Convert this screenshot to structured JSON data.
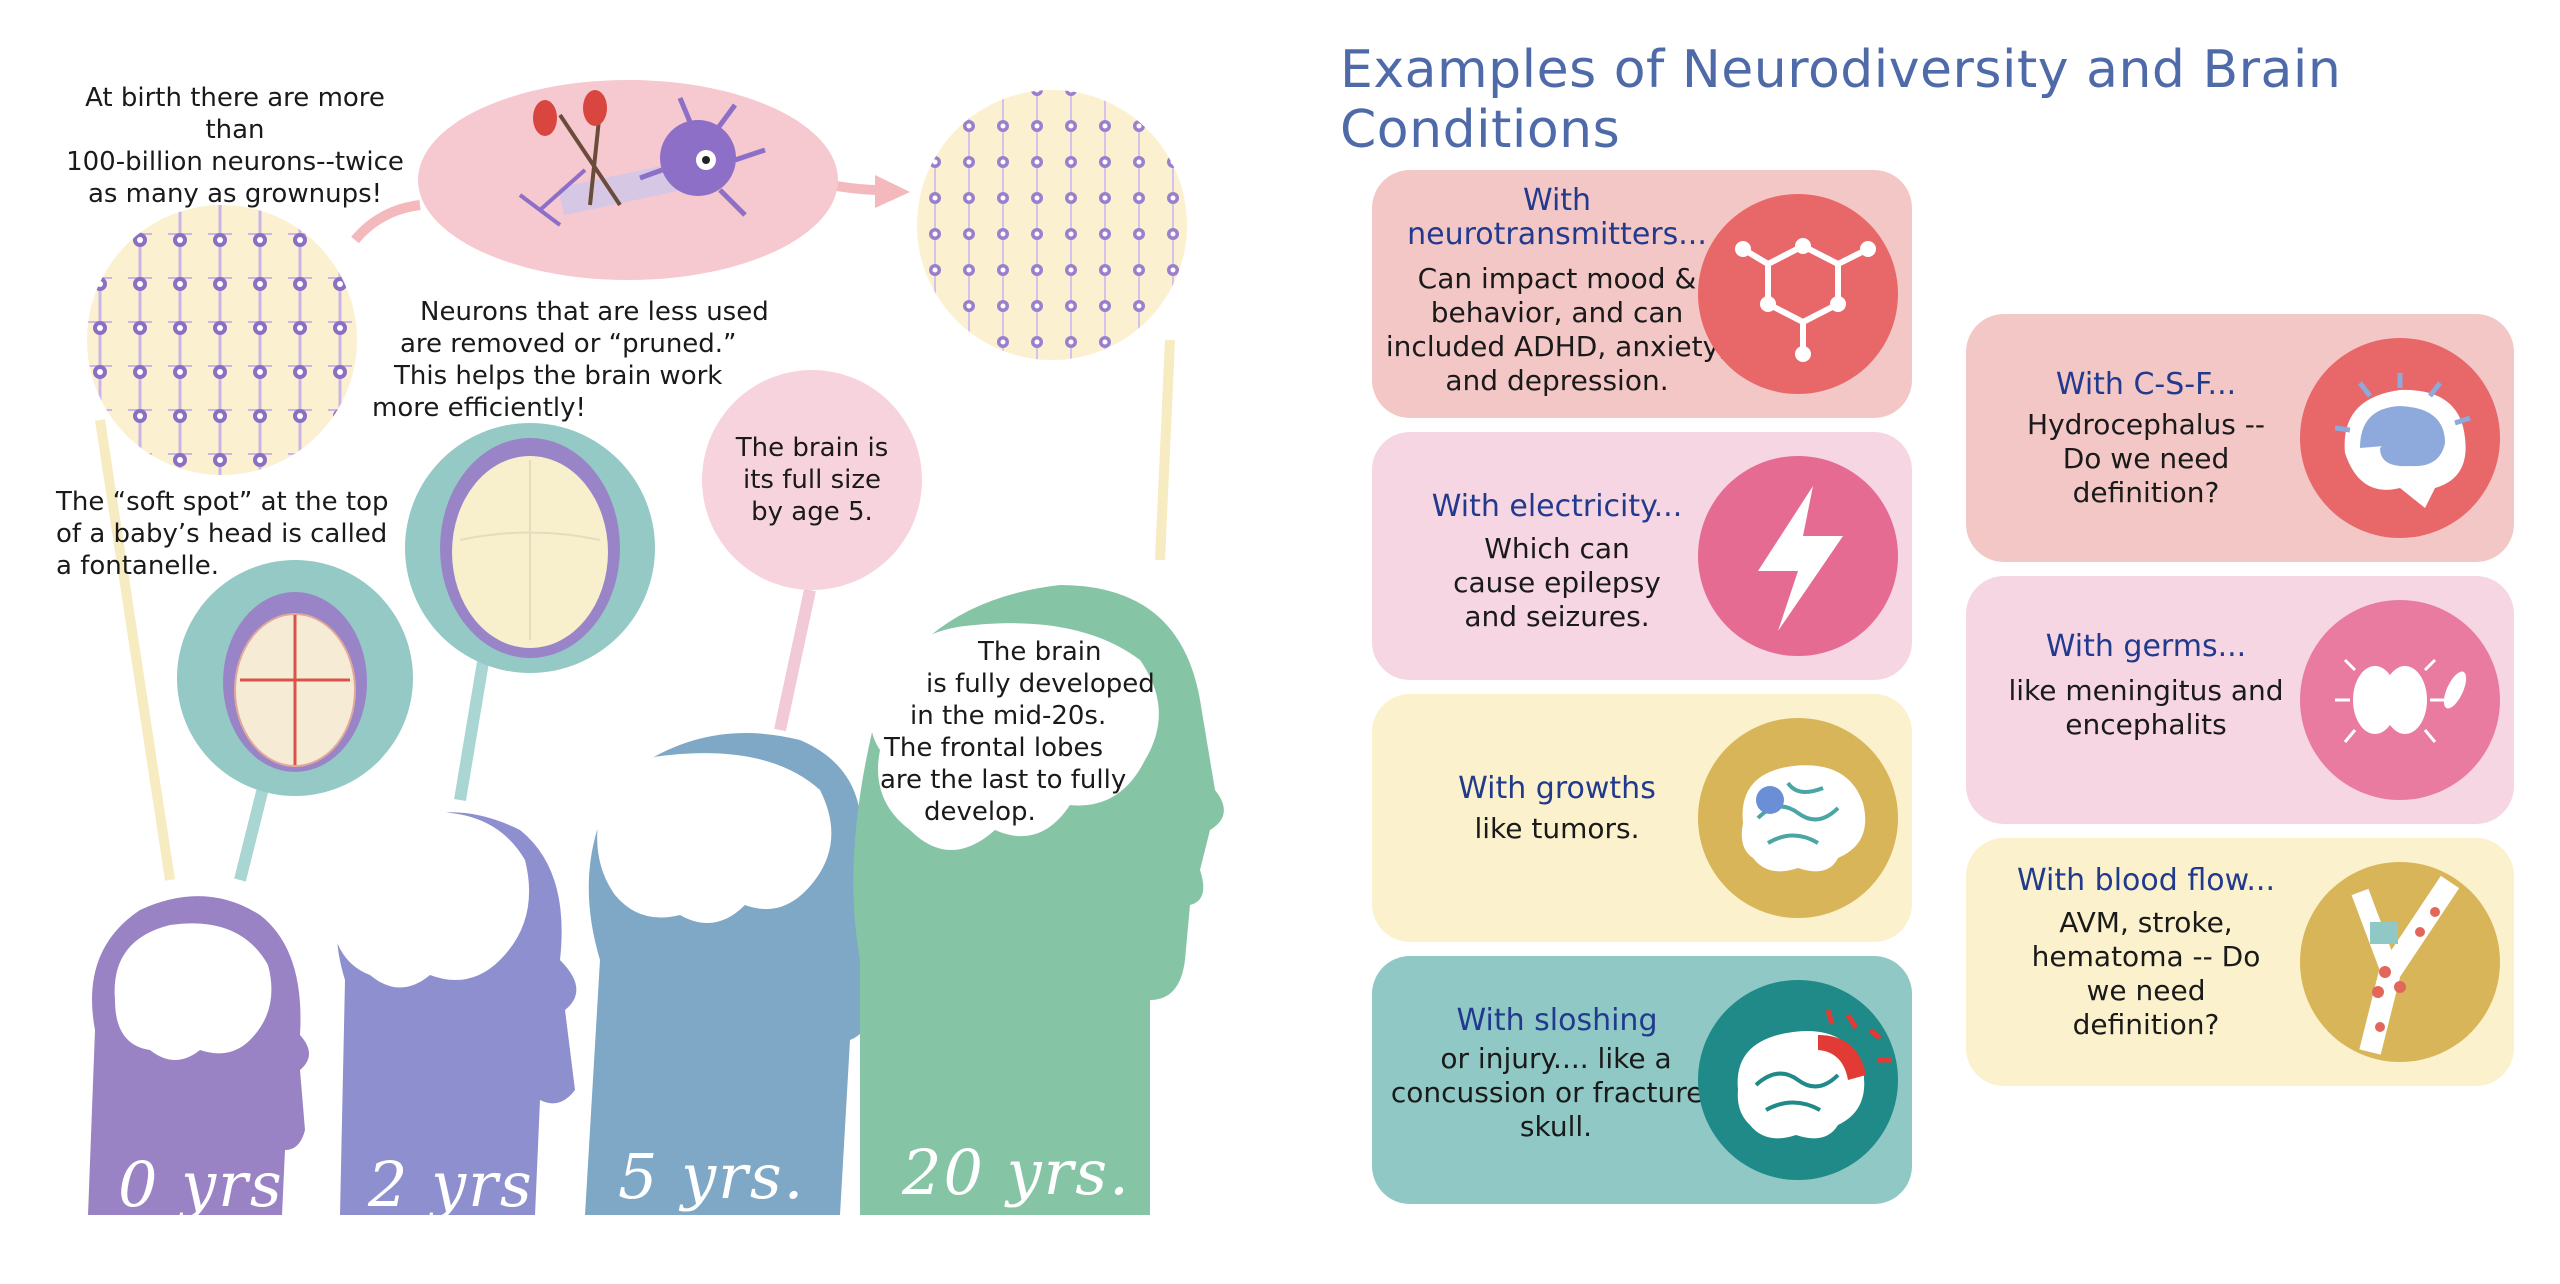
{
  "left": {
    "note_birth": [
      "At birth there are more than",
      "100-billion neurons--twice",
      "as many as grownups!"
    ],
    "note_pruned": [
      "Neurons that are less used",
      "are removed or “pruned.”",
      "This helps the brain work",
      "more efficiently!"
    ],
    "note_softspot": [
      "The “soft spot” at the top",
      "of a baby’s head is called",
      "a fontanelle."
    ],
    "note_fullsize": [
      "The brain is",
      "its full size",
      "by age 5."
    ],
    "note_developed": [
      "The brain",
      "is fully developed",
      "in the mid-20s.",
      "The frontal lobes",
      "are the last to fully",
      "develop."
    ],
    "ages": [
      "0 yrs.",
      "2 yrs.",
      "5 yrs.",
      "20 yrs."
    ]
  },
  "right": {
    "title": "Examples of Neurodiversity and Brain Conditions",
    "cards": [
      {
        "title": "With neurotransmitters...",
        "desc": "Can impact mood & behavior, and can included ADHD, anxiety, and depression.",
        "icon": "molecule-icon"
      },
      {
        "title": "With electricity...",
        "desc": "Which can cause epilepsy and seizures.",
        "icon": "lightning-icon"
      },
      {
        "title": "With growths",
        "desc": "like tumors.",
        "icon": "brain-tumor-icon"
      },
      {
        "title": "With sloshing",
        "desc": "or injury.... like a concussion or fractured skull.",
        "icon": "brain-injury-icon"
      },
      {
        "title": "With C-S-F...",
        "desc": "Hydrocephalus -- Do we need definition?",
        "icon": "csf-brain-icon"
      },
      {
        "title": "With germs...",
        "desc": "like meningitus and encephalits",
        "icon": "germ-icon"
      },
      {
        "title": "With blood flow...",
        "desc": "AVM, stroke, hematoma -- Do we need definition?",
        "icon": "blood-vessel-icon"
      }
    ]
  },
  "colors": {
    "title": "#4f6aa8",
    "card_title": "#223a8e",
    "red_card": "#f4c7c7",
    "pink_card": "#f6d6e2",
    "yellow_card": "#fbf1cc",
    "teal_card": "#8fc8c4",
    "kid_0": "#9a83c4",
    "kid_2": "#8d8fcf",
    "kid_5": "#7fa8c6",
    "kid_20": "#86c4a6"
  }
}
